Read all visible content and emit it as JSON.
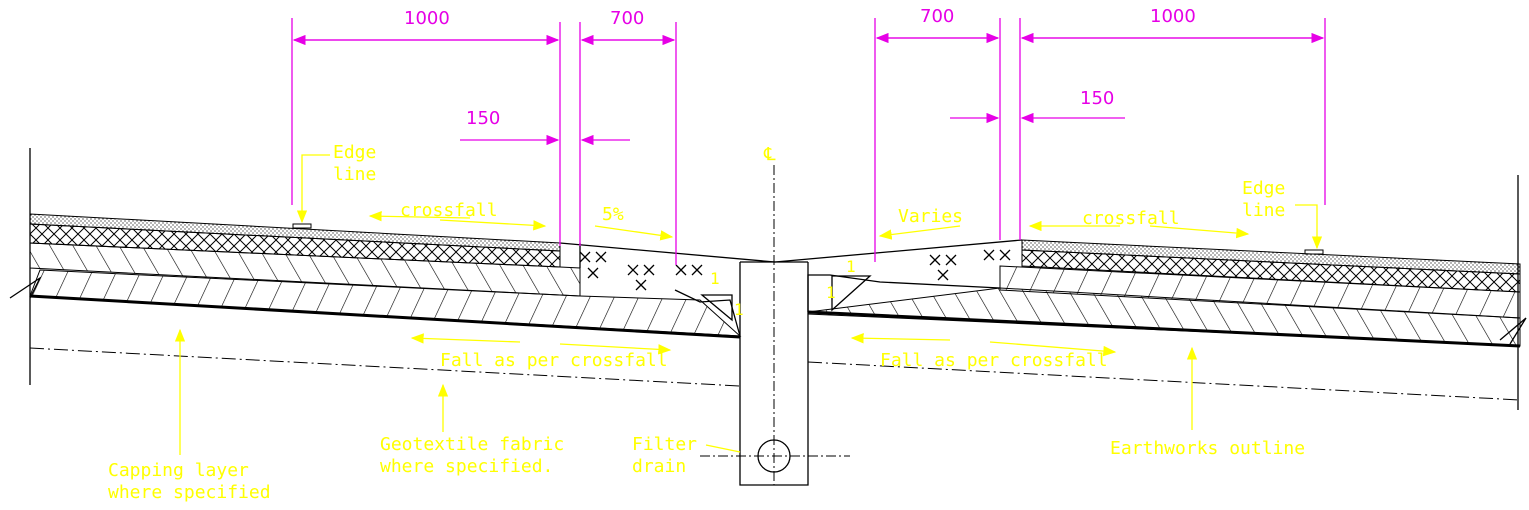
{
  "dimensions": {
    "left_outer_width": "1000",
    "left_channel_width": "700",
    "left_offset": "150",
    "right_channel_width": "700",
    "right_outer_width": "1000",
    "right_offset": "150"
  },
  "labels": {
    "centreline_symbol": "℄",
    "edge_line_left": [
      "Edge",
      "line"
    ],
    "edge_line_right": [
      "Edge",
      "line"
    ],
    "crossfall_left": "crossfall",
    "crossfall_right": "crossfall",
    "slope_percent": "5%",
    "varies": "Varies",
    "fall_left": "Fall as per crossfall",
    "fall_right": "Fall as per crossfall",
    "capping_layer": [
      "Capping layer",
      "where specified"
    ],
    "geotextile": [
      "Geotextile fabric",
      "where specified."
    ],
    "filter_drain": [
      "Filter",
      "drain"
    ],
    "earthworks": "Earthworks outline",
    "ratio_one_a": "1",
    "ratio_one_b": "1",
    "ratio_one_c": "1",
    "ratio_one_d": "1"
  },
  "colors": {
    "dimension": "#e600e6",
    "annotation": "#ffff00",
    "linework": "#000000",
    "background": "#ffffff"
  }
}
